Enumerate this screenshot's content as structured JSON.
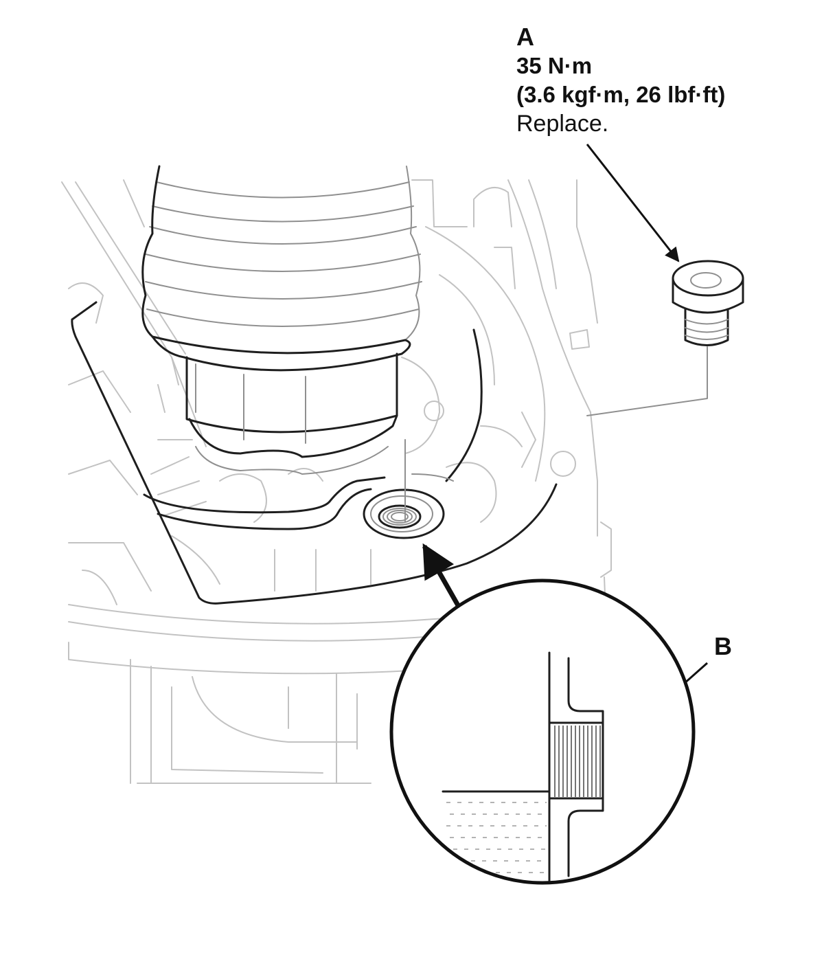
{
  "callout_a": {
    "letter": "A",
    "torque_nm": "35 N·m",
    "torque_alt": "(3.6 kgf·m, 26 lbf·ft)",
    "instruction": "Replace."
  },
  "callout_b": {
    "letter": "B"
  },
  "colors": {
    "line_dark": "#1e1e1e",
    "line_faint": "#c2c2c2",
    "background": "#ffffff"
  }
}
